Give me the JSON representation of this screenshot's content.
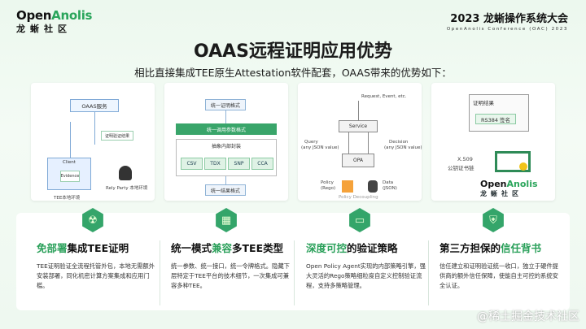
{
  "header": {
    "logo_en_pre": "Open",
    "logo_en_post": "Anolis",
    "logo_cn": "龙蜥社区",
    "conference_title": "2023 龙蜥操作系统大会",
    "conference_sub": "OpenAnolis Conference (OAC) 2023"
  },
  "title": "OAAS远程证明应用优势",
  "subtitle": "相比直接集成TEE原生Attestation软件配套，OAAS带来的优势如下：",
  "card1": {
    "service": "OAAS服务",
    "verify": "证明验证结果",
    "client": "Client",
    "evidence": "Evidence",
    "env": "TEE本地环境",
    "relying": "Rely Party 本地环境"
  },
  "card2": {
    "top": "统一证明格式",
    "api": "统一调用参数格式",
    "abstract": "抽象内部封装",
    "chips": [
      "CSV",
      "TDX",
      "SNP",
      "CCA"
    ],
    "bottom": "统一结果格式"
  },
  "card3": {
    "req": "Request, Event, etc.",
    "service": "Service",
    "query": "Query",
    "query_sub": "(any JSON value)",
    "decision": "Decision",
    "decision_sub": "(any JSON value)",
    "opa": "OPA",
    "policy": "Policy",
    "policy_sub": "(Rego)",
    "data": "Data",
    "data_sub": "(JSON)",
    "decoupling": "Policy Decoupling"
  },
  "card4": {
    "result": "证明结果",
    "sign": "RS384 签名",
    "x509": "X.509",
    "chain": "公钥证书链",
    "logo_en_pre": "Open",
    "logo_en_post": "Anolis",
    "logo_cn": "龙蜥社区"
  },
  "columns": [
    {
      "t1": "免部署",
      "t2": "集成TEE证明",
      "desc": "TEE证明验证全流程托管外包，本地无需额外安装部署，同化机密计算方案集成和应用门槛。"
    },
    {
      "t1": "统一模式",
      "t2": "兼容",
      "t3": "多TEE类型",
      "desc": "统一参数、统一接口，统一令牌格式。隐藏下层特定于TEE平台的技术细节，一次集成可兼容多种TEE。"
    },
    {
      "t1": "深度可控",
      "t2": "的验证策略",
      "desc": "Open Policy Agent实现的内部策略引擎，强大灵活的Rego策略细粒度自定义控制验证流程，支持多策略管理。"
    },
    {
      "t1": "第三方担保的",
      "t2": "信任背书",
      "desc": "信任建立和证明验证统一收口，独立于硬件提供商的额外信任保障，使能自主可控的系统安全认证。"
    }
  ],
  "watermark": "@稀土掘金技术社区"
}
